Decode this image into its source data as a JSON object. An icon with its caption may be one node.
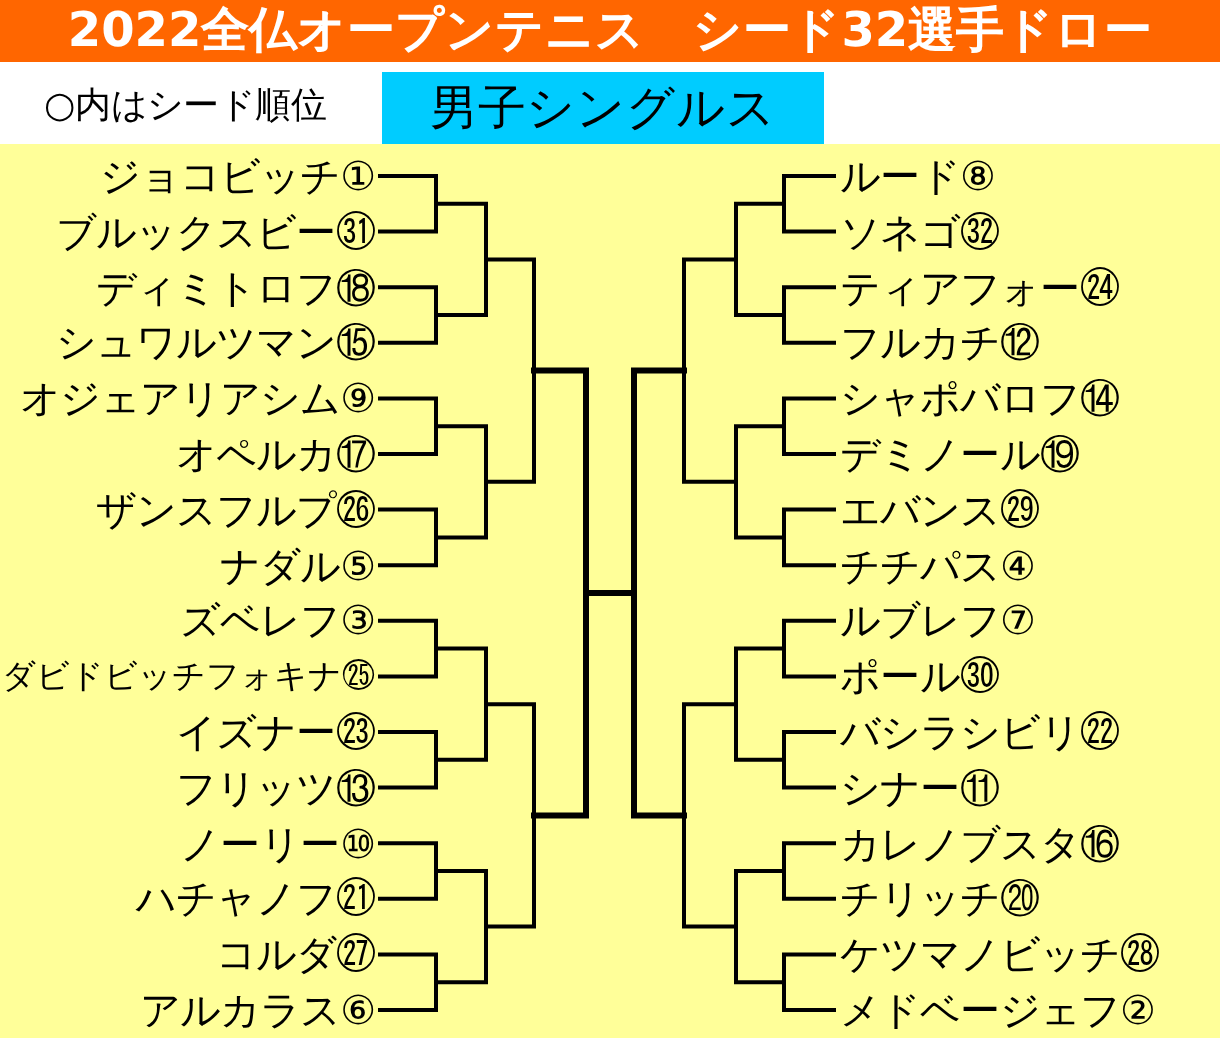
{
  "diagram": {
    "title": "2022全仏オープンテニス　シード32選手ドロー",
    "nodes": [
      {
        "text": [
          "男子シングルス"
        ]
      }
    ],
    "labels": [
      "○内はシード順位",
      "ジョコビッチ①",
      "ブルックスビー㉛",
      "ディミトロフ⑱",
      "シュワルツマン⑮",
      "オジェアリアシム⑨",
      "オペルカ⑰",
      "ザンスフルプ㉖",
      "ナダル⑤",
      "ズベレフ③",
      "ダビドビッチフォキナ㉕",
      "イズナー㉓",
      "フリッツ⑬",
      "ノーリー⑩",
      "ハチャノフ㉑",
      "コルダ㉗",
      "アルカラス⑥",
      "ルード⑧",
      "ソネゴ㉜",
      "ティアフォー㉔",
      "フルカチ⑫",
      "シャポバロフ⑭",
      "デミノール⑲",
      "エバンス㉙",
      "チチパス④",
      "ルブレフ⑦",
      "ポール㉚",
      "バシラシビリ㉒",
      "シナー⑪",
      "カレノブスタ⑯",
      "チリッチ⑳",
      "ケツマノビッチ㉘",
      "メドベージェフ②"
    ]
  }
}
